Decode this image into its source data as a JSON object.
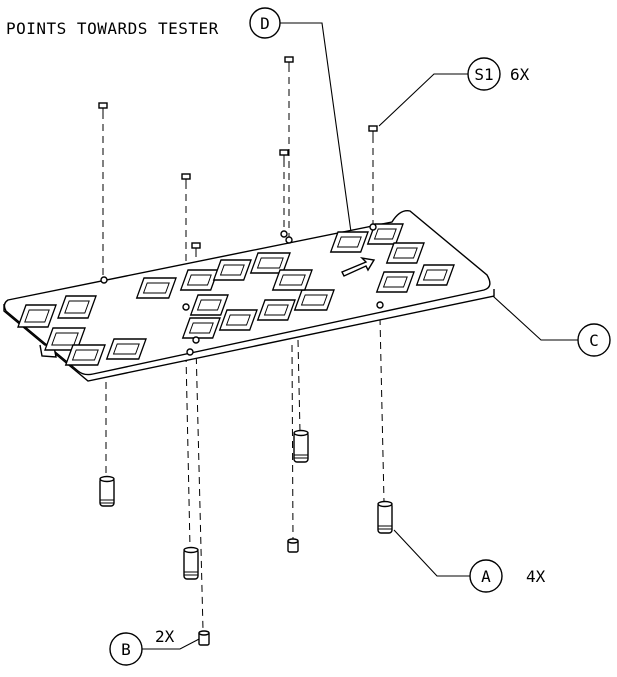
{
  "note": "POINTS TOWARDS TESTER",
  "callouts": {
    "d": {
      "letter": "D"
    },
    "s1": {
      "letter": "S1",
      "qty": "6X"
    },
    "c": {
      "letter": "C"
    },
    "a": {
      "letter": "A",
      "qty": "4X"
    },
    "b": {
      "letter": "B",
      "qty": "2X"
    }
  }
}
